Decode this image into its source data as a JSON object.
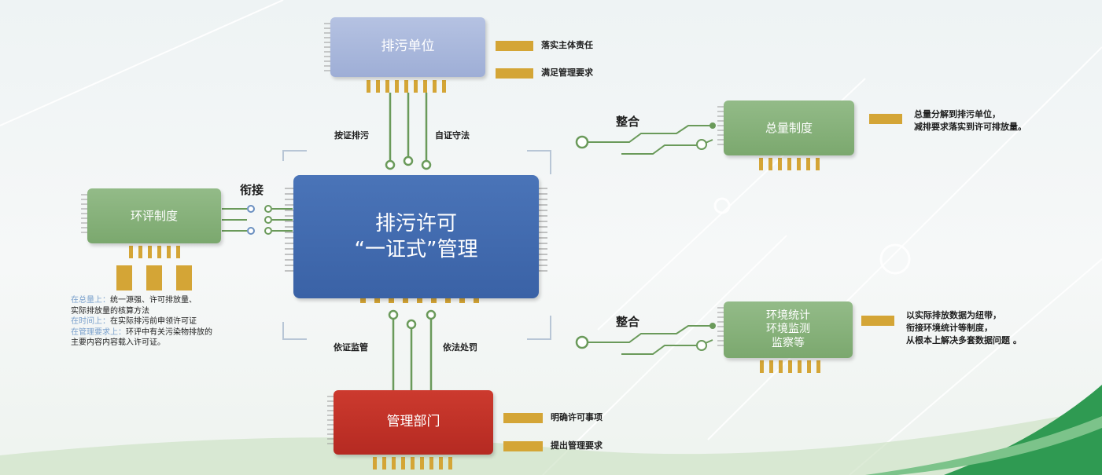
{
  "diagram": {
    "core": {
      "line1": "排污许可",
      "line2": "“一证式”管理"
    },
    "top_unit": {
      "title": "排污单位",
      "notes": [
        "落实主体责任",
        "满足管理要求"
      ],
      "links": [
        "按证排污",
        "自证守法"
      ]
    },
    "bottom_dept": {
      "title": "管理部门",
      "notes": [
        "明确许可事项",
        "提出管理要求"
      ],
      "links": [
        "依证监管",
        "依法处罚"
      ]
    },
    "left_eia": {
      "title": "环评制度",
      "connector_label": "衔接",
      "notes": [
        {
          "prefix": "在总量上：",
          "text": "统一源强、许可排放量、"
        },
        {
          "prefix": "",
          "text": "实际排放量的核算方法"
        },
        {
          "prefix": "在时间上：",
          "text": "在实际排污前申领许可证"
        },
        {
          "prefix": "在管理要求上：",
          "text": "环评中有关污染物排放的"
        },
        {
          "prefix": "",
          "text": "主要内容内容载入许可证。"
        }
      ]
    },
    "right_total": {
      "title": "总量制度",
      "connector_label": "整合",
      "notes": [
        "总量分解到排污单位，",
        "减排要求落实到许可排放量。"
      ]
    },
    "right_stat": {
      "title_lines": [
        "环境统计",
        "环境监测",
        "监察等"
      ],
      "connector_label": "整合",
      "notes": [
        "以实际排放数据为纽带，",
        "衔接环境统计等制度，",
        "从根本上解决多套数据问题 。"
      ]
    },
    "colors": {
      "core_blue": "#3f68ad",
      "unit_purple": "#a8b6dc",
      "green": "#86b17a",
      "red": "#c0332a",
      "pin_gold": "#d4a536",
      "trace_green": "#6a9a5a"
    }
  }
}
